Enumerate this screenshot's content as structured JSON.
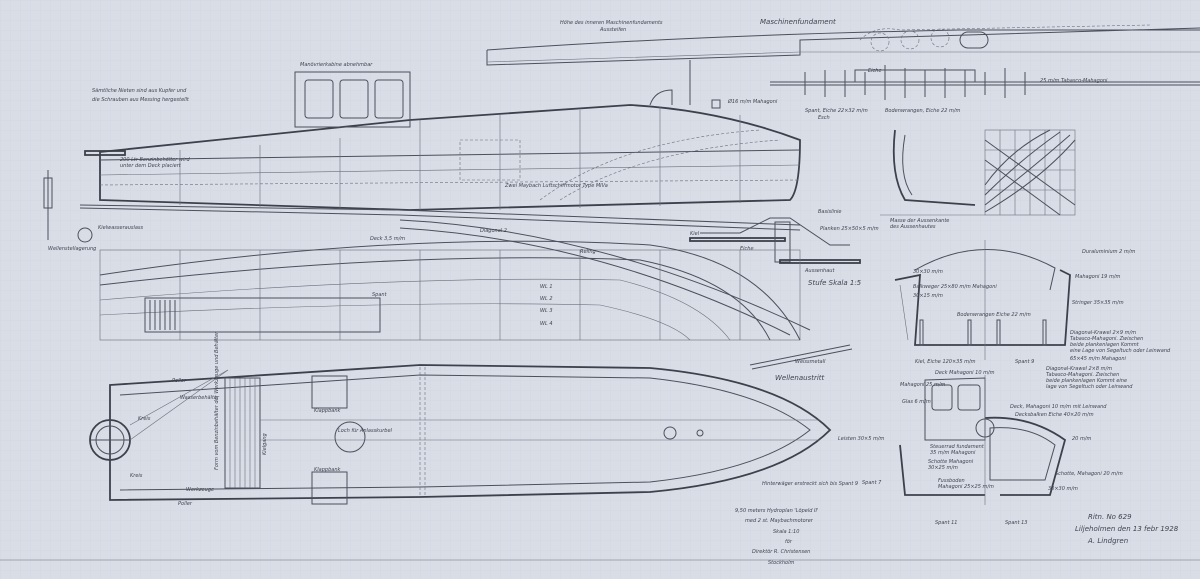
{
  "notes": {
    "line1": "Sämtliche Nieten sind aus Kupfer und",
    "line2": "die Schrauben aus Messing hergestellt"
  },
  "profile": {
    "cabin": "Manövrierkabine abnehmbar",
    "fuel_tank_1": "200 Ltr Benzinbehälter wird",
    "fuel_tank_2": "unter dem Deck placiert",
    "engine": "Zwei Maybach Luftschiffmotor Type MIVa",
    "mahogany": "Ø16 m/m Mahagoni",
    "baseline": "Basislinie",
    "kiel": "Kielwasserauslass",
    "lager": "Wellenstellagerung"
  },
  "foundation": {
    "inner": "Höhe des inneren Maschinenfundaments",
    "aussen": "Aussteifen",
    "main": "Maschinenfundament",
    "eiche": "Eiche",
    "spant": "Spant, Eiche 22×32 m/m",
    "spant2": "Esch",
    "floors": "Bodenwrangen, Eiche 22 m/m",
    "planking": "25 m/m Tabasco-Mahagoni"
  },
  "body_plan": {
    "label1": "Masse der Aussenkante",
    "label2": "des Aussenhautes"
  },
  "stufe": {
    "kiel": "Kiel",
    "eiche": "Eiche",
    "planken": "Planken 25×50×5 m/m",
    "aussenhaut": "Aussenhaut",
    "title": "Stufe   Skala 1:5",
    "weissmetall": "Weissmetall",
    "wellen": "Wellenaustritt"
  },
  "lines": {
    "deck": "Deck 3,5 m/m",
    "diagonal": "Diagonal 2",
    "reling": "Reling",
    "wl1": "WL 1",
    "wl2": "WL 2",
    "wl3": "WL 3",
    "wl4": "WL 4",
    "spant": "Spant"
  },
  "plan": {
    "poller_top": "Poller",
    "wasser": "Wasserbehälter",
    "kreis": "Kreis",
    "kreis2": "Kreis",
    "werkzeuge": "Werkzeuge",
    "poller_bottom": "Poller",
    "klappbank_top": "Klappbank",
    "klappbank_bottom": "Klappbank",
    "vertical": "Form vom Benzinbehälter der Werkzeuge und Behälter",
    "kielgang": "Kielgang",
    "hatch": "Loch für Anlasskurbel",
    "limit": "Hinterwäger erstreckt sich bis Spant 9"
  },
  "section_a": {
    "duralu": "Duraluminium 2 m/m",
    "mahagoni": "Mahagoni 19 m/m",
    "balkweger": "Balkweger 25×80 m/m Mahagoni",
    "small1": "30×30 m/m",
    "small2": "30×15 m/m",
    "stringer": "Stringer 35×35 m/m",
    "floors": "Bodenwrangen Eiche 22 m/m",
    "diag1": "Diagonal-Krawel 2×9 m/m",
    "diag2": "Tabasco-Mahagoni. Zwischen",
    "diag3": "beide plankenlagen Kommt",
    "diag4": "eine Lage von Segeltuch oder Leinwand",
    "frame": "65×45 m/m Mahagoni",
    "kiel": "Kiel, Eiche 120×35 m/m",
    "spant": "Spant 9",
    "diagb1": "Diagonal-Krawel 2×8 m/m",
    "diagb2": "Tabasco-Mahagoni. Zwischen",
    "diagb3": "beide plankenlagen Kommt eine",
    "diagb4": "lage von Segeltuch oder Leinwand"
  },
  "section_b": {
    "deck": "Deck Mahagoni 10 m/m",
    "mahagoni": "Mahagoni 25 m/m",
    "glas": "Glas 6 m/m",
    "leisten": "Leisten 30×5 m/m",
    "steuer1": "Steuerrad fundament",
    "steuer2": "35 m/m Mahagoni",
    "schotte1": "Schotte Mahagoni",
    "schotte2": "30×25 m/m",
    "bodens1": "Fussboden",
    "bodens2": "Mahagoni 25×25 m/m",
    "spant_left": "Spant 7",
    "deck2": "Deck, Mahagoni 10 m/m mit Leinwand",
    "balken": "Decksbalken Eiche 40×20 m/m",
    "r": "20 m/m",
    "schotte_r": "Schotte, Mahagoni 20 m/m",
    "small": "30×30 m/m",
    "spant11": "Spant 11",
    "spant13": "Spant 13"
  },
  "title_block": {
    "line1": "9,50 meters Hydroplan 'Löpeld II'",
    "line2": "med 2 st. Maybachmotorer",
    "scale": "Skala 1:10",
    "for": "för",
    "client": "Direktör R. Christensen",
    "city": "Stockholm",
    "drawing_no": "Ritn. No 629",
    "date": "Liljeholmen den 13 febr 1928",
    "signature": "A. Lindgren"
  },
  "colors": {
    "paper": "#d9dde6",
    "ink": "#4b505c"
  }
}
